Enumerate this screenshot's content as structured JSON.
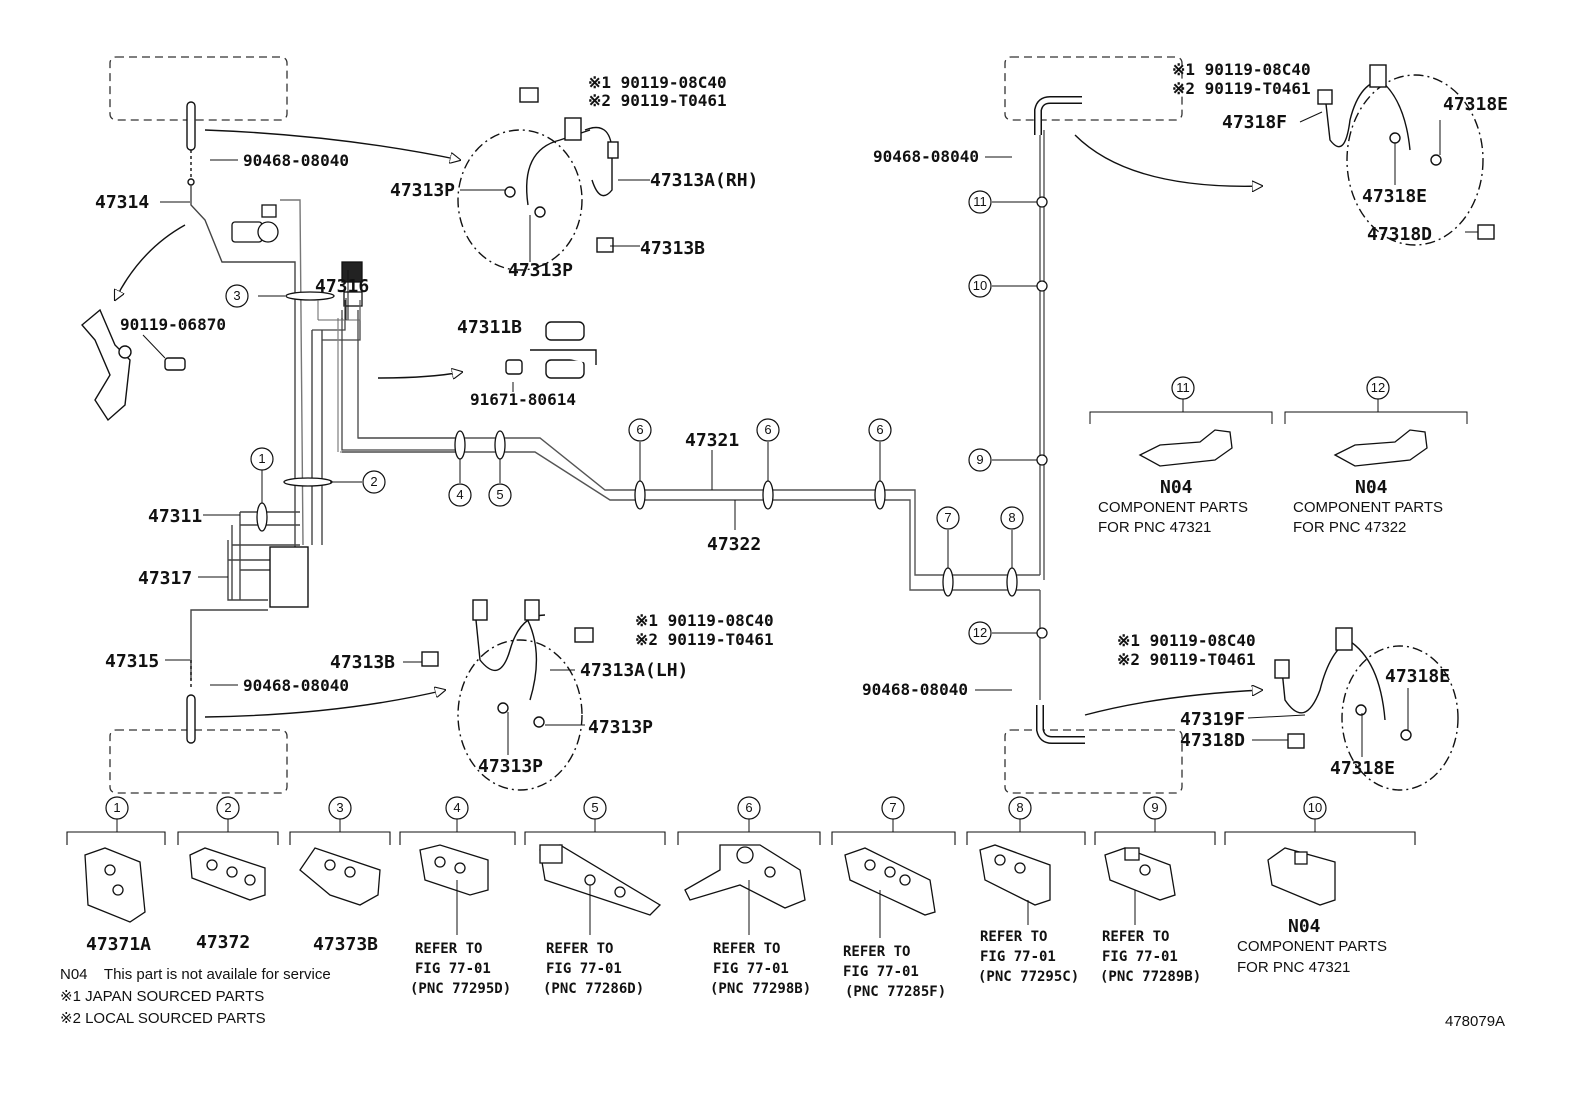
{
  "diagram_id": "478079A",
  "parts": {
    "p47314": "47314",
    "p47316": "47316",
    "p47311": "47311",
    "p47317": "47317",
    "p47315": "47315",
    "p47321": "47321",
    "p47322": "47322",
    "p47311B": "47311B",
    "p91671": "91671-80614",
    "p90119_06870": "90119-06870",
    "clip_fl": "90468-08040",
    "clip_rl": "90468-08040",
    "clip_fr": "90468-08040",
    "clip_rr": "90468-08040",
    "rh_bolt1": "※1 90119-08C40",
    "rh_bolt2": "※2 90119-T0461",
    "rh_hose": "47313A(RH)",
    "rh_p_top": "47313P",
    "rh_p_bot": "47313P",
    "rh_b": "47313B",
    "lh_bolt1": "※1 90119-08C40",
    "lh_bolt2": "※2 90119-T0461",
    "lh_hose": "47313A(LH)",
    "lh_b": "47313B",
    "lh_p_r": "47313P",
    "lh_p_bot": "47313P",
    "fr_bolt1": "※1 90119-08C40",
    "fr_bolt2": "※2 90119-T0461",
    "fr_hose": "47318F",
    "fr_e1": "47318E",
    "fr_e2": "47318E",
    "fr_d": "47318D",
    "rr_bolt1": "※1 90119-08C40",
    "rr_bolt2": "※2 90119-T0461",
    "rr_hose": "47319F",
    "rr_d": "47318D",
    "rr_e1": "47318E",
    "rr_e2": "47318E"
  },
  "callouts": [
    "1",
    "2",
    "3",
    "4",
    "5",
    "6",
    "7",
    "8",
    "9",
    "10",
    "11",
    "12"
  ],
  "mid_refs": {
    "r11": "11",
    "r12": "12",
    "n04_11": "N04",
    "c11_l1": "COMPONENT PARTS",
    "c11_l2": "FOR PNC 47321",
    "n04_12": "N04",
    "c12_l1": "COMPONENT PARTS",
    "c12_l2": "FOR PNC 47322"
  },
  "bottom": {
    "b1": {
      "num": "1",
      "label": "47371A"
    },
    "b2": {
      "num": "2",
      "label": "47372"
    },
    "b3": {
      "num": "3",
      "label": "47373B"
    },
    "b4": {
      "num": "4",
      "l1": "REFER TO",
      "l2": "FIG 77-01",
      "l3": "(PNC 77295D)"
    },
    "b5": {
      "num": "5",
      "l1": "REFER TO",
      "l2": "FIG 77-01",
      "l3": "(PNC 77286D)"
    },
    "b6": {
      "num": "6",
      "l1": "REFER TO",
      "l2": "FIG 77-01",
      "l3": "(PNC 77298B)"
    },
    "b7": {
      "num": "7",
      "l1": "REFER TO",
      "l2": "FIG 77-01",
      "l3": "(PNC 77285F)"
    },
    "b8": {
      "num": "8",
      "l1": "REFER TO",
      "l2": "FIG 77-01",
      "l3": "(PNC 77295C)"
    },
    "b9": {
      "num": "9",
      "l1": "REFER TO",
      "l2": "FIG 77-01",
      "l3": "(PNC 77289B)"
    },
    "b10": {
      "num": "10",
      "n04": "N04",
      "l1": "COMPONENT PARTS",
      "l2": "FOR PNC 47321"
    }
  },
  "legend": {
    "n04": "N04    This part is not availale for service",
    "jp": "※1 JAPAN SOURCED PARTS",
    "local": "※2 LOCAL SOURCED PARTS"
  }
}
